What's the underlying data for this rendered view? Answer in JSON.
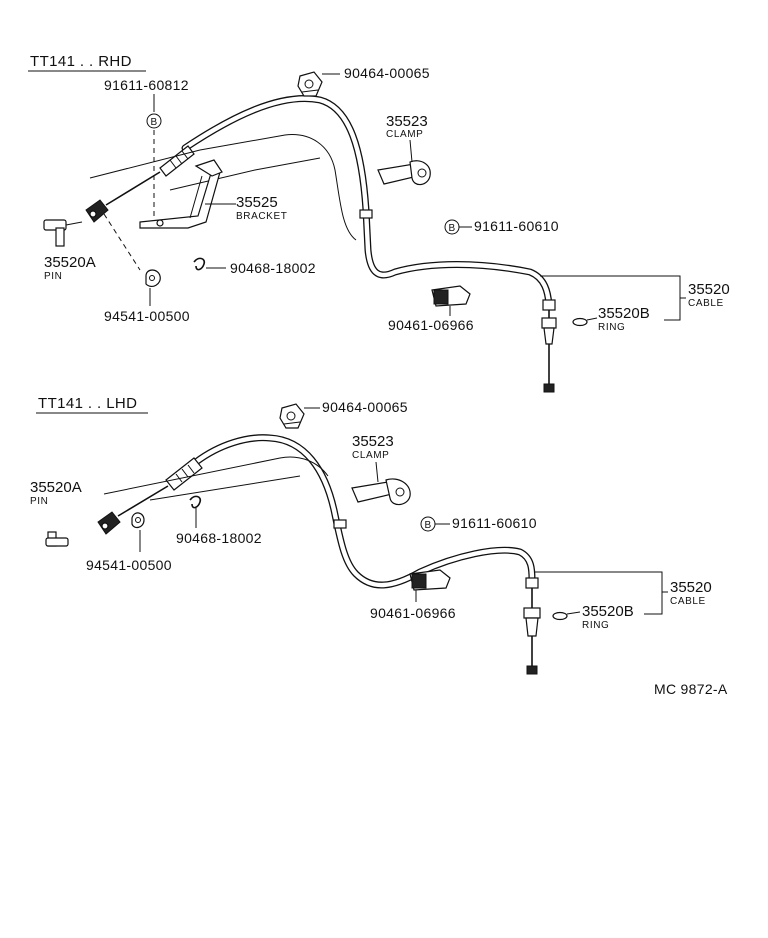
{
  "diagram": {
    "rhd": {
      "title": "TT141 . . RHD",
      "p_91611_60812": "91611-60812",
      "p_90464_00065": "90464-00065",
      "p_35523": "35523",
      "p_35523_sub": "CLAMP",
      "p_35525": "35525",
      "p_35525_sub": "BRACKET",
      "p_91611_60610": "91611-60610",
      "p_35520A": "35520A",
      "p_35520A_sub": "PIN",
      "p_90468_18002": "90468-18002",
      "p_35520": "35520",
      "p_35520_sub": "CABLE",
      "p_35520B": "35520B",
      "p_35520B_sub": "RING",
      "p_94541_00500": "94541-00500",
      "p_90461_06966": "90461-06966",
      "bolt_mark": "B"
    },
    "lhd": {
      "title": "TT141 . . LHD",
      "p_90464_00065": "90464-00065",
      "p_35523": "35523",
      "p_35523_sub": "CLAMP",
      "p_35520A": "35520A",
      "p_35520A_sub": "PIN",
      "p_91611_60610": "91611-60610",
      "p_90468_18002": "90468-18002",
      "p_94541_00500": "94541-00500",
      "p_35520": "35520",
      "p_35520_sub": "CABLE",
      "p_90461_06966": "90461-06966",
      "p_35520B": "35520B",
      "p_35520B_sub": "RING",
      "bolt_mark": "B"
    },
    "figure_code": "MC 9872-A"
  }
}
